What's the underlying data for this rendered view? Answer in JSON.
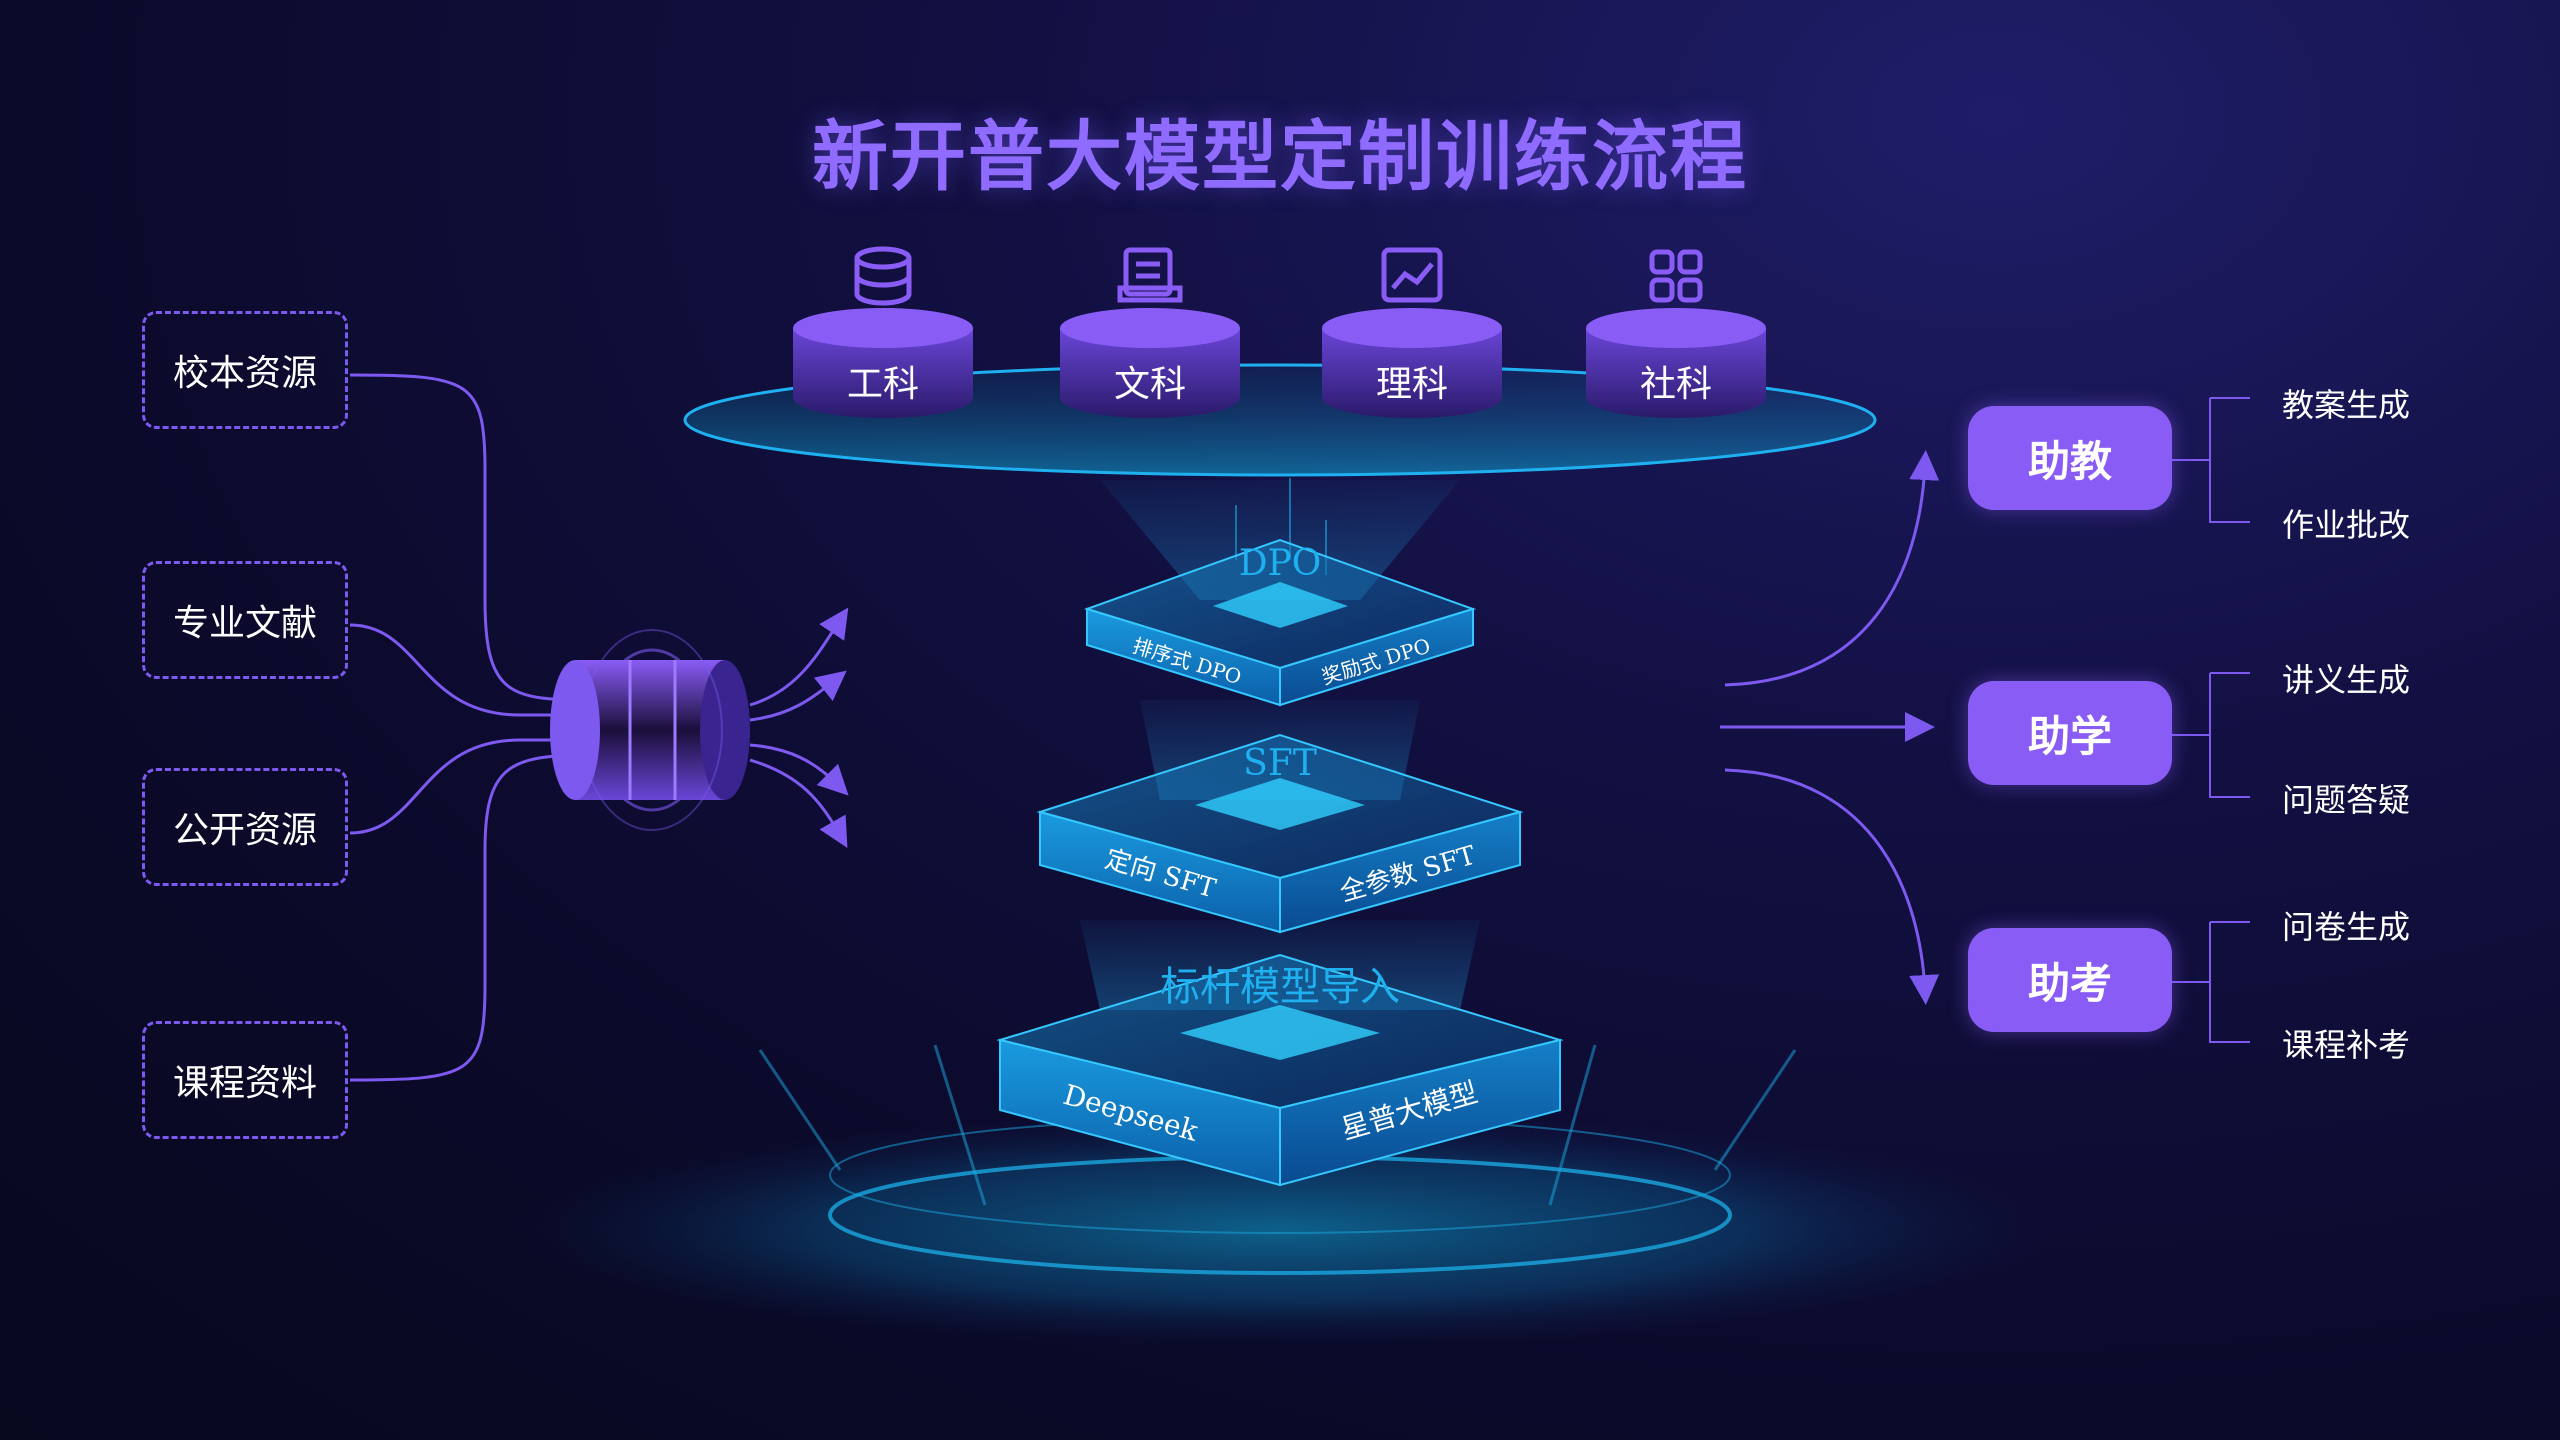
{
  "title": "新开普大模型定制训练流程",
  "sources": [
    "校本资源",
    "专业文献",
    "公开资源",
    "课程资料"
  ],
  "subjects": [
    {
      "label": "工科",
      "icon": "database-icon"
    },
    {
      "label": "文科",
      "icon": "document-icon"
    },
    {
      "label": "理科",
      "icon": "chart-icon"
    },
    {
      "label": "社科",
      "icon": "grid-icon"
    }
  ],
  "layers": {
    "dpo": {
      "title": "DPO",
      "left": "排序式 DPO",
      "right": "奖励式 DPO"
    },
    "sft": {
      "title": "SFT",
      "left": "定向 SFT",
      "right": "全参数 SFT"
    },
    "base": {
      "title": "标杆模型导入",
      "left": "Deepseek",
      "right": "星普大模型"
    }
  },
  "outputs": [
    {
      "label": "助教",
      "items": [
        "教案生成",
        "作业批改"
      ]
    },
    {
      "label": "助学",
      "items": [
        "讲义生成",
        "问题答疑"
      ]
    },
    {
      "label": "助考",
      "items": [
        "问卷生成",
        "课程补考"
      ]
    }
  ],
  "colors": {
    "accent": "#8a5cf6",
    "title": "#8f6bff",
    "cyan": "#1fb0f0",
    "line": "#7d59f0"
  }
}
